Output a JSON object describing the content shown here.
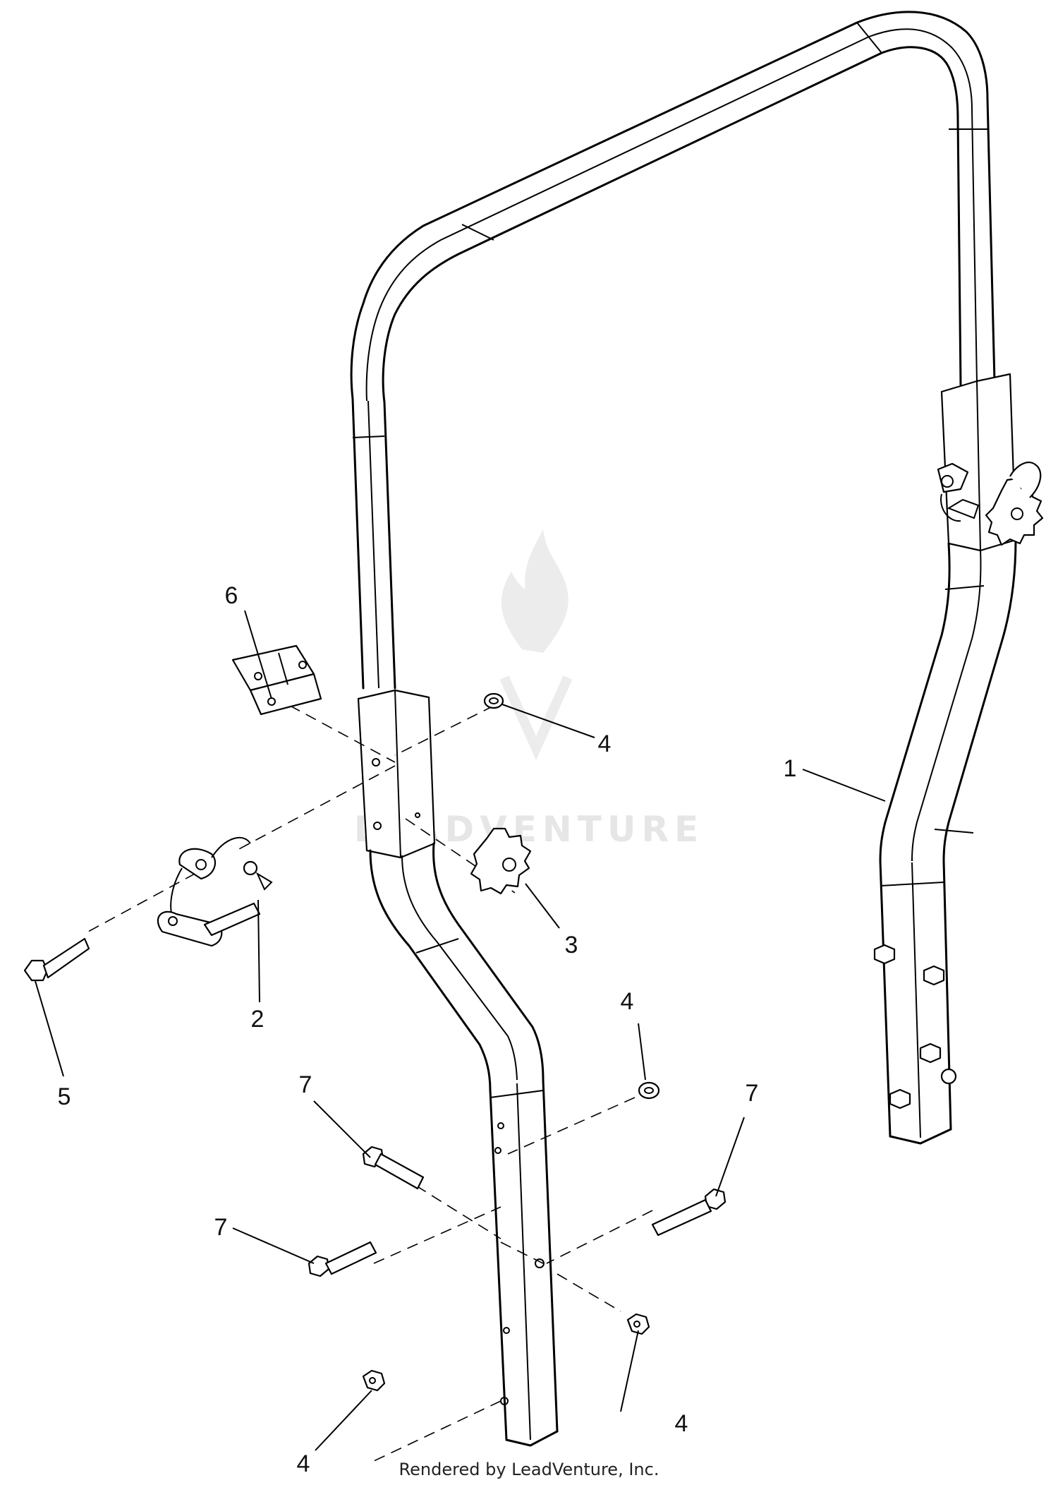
{
  "callouts": [
    {
      "id": "c1",
      "label": "1"
    },
    {
      "id": "c2",
      "label": "2"
    },
    {
      "id": "c3",
      "label": "3"
    },
    {
      "id": "c4a",
      "label": "4"
    },
    {
      "id": "c4b",
      "label": "4"
    },
    {
      "id": "c4c",
      "label": "4"
    },
    {
      "id": "c4d",
      "label": "4"
    },
    {
      "id": "c5",
      "label": "5"
    },
    {
      "id": "c6",
      "label": "6"
    },
    {
      "id": "c7a",
      "label": "7"
    },
    {
      "id": "c7b",
      "label": "7"
    },
    {
      "id": "c7c",
      "label": "7"
    }
  ],
  "watermark": {
    "text": "LEADVENTURE"
  },
  "footer": {
    "text": "Rendered by LeadVenture, Inc."
  }
}
